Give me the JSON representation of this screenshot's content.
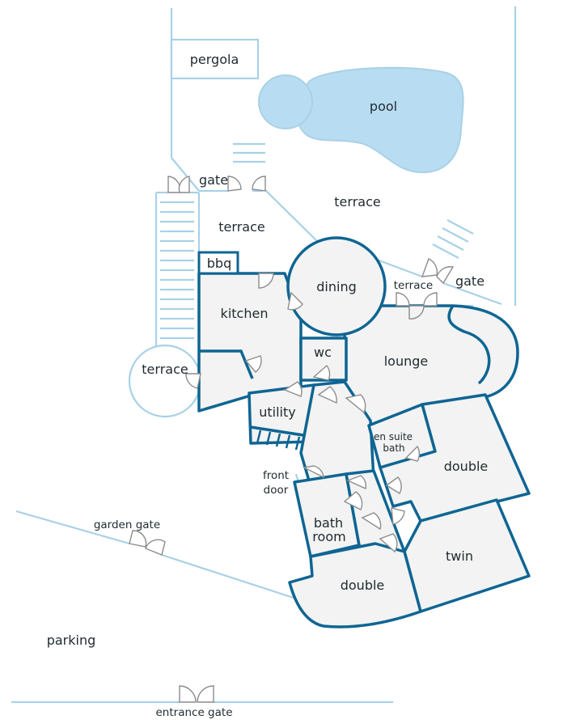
{
  "labels": {
    "pergola": "pergola",
    "pool": "pool",
    "gate_top": "gate",
    "terrace_upper_right": "terrace",
    "terrace_middle": "terrace",
    "bbq": "bbq",
    "dining": "dining",
    "terrace_small": "terrace",
    "gate_right": "gate",
    "kitchen": "kitchen",
    "wc": "wc",
    "lounge": "lounge",
    "terrace_round": "terrace",
    "utility": "utility",
    "en_suite_line1": "en suite",
    "en_suite_line2": "bath",
    "double_upper": "double",
    "front_door_line1": "front",
    "front_door_line2": "door",
    "bathroom_line1": "bath",
    "bathroom_line2": "room",
    "twin": "twin",
    "garden_gate": "garden gate",
    "double_lower": "double",
    "parking": "parking",
    "entrance_gate": "entrance gate"
  },
  "colors": {
    "wall": "#0e6593",
    "outline": "#a9d1e6",
    "pool": "#b8dcf2",
    "room_fill": "#f2f3f2",
    "door": "#8c8c8c",
    "text": "#1f2a30"
  }
}
